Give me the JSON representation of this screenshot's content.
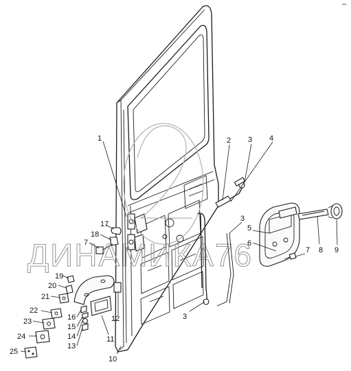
{
  "watermark": "ДИНАМИКА76",
  "callouts": [
    "1",
    "2",
    "3",
    "4",
    "3",
    "5",
    "6",
    "7",
    "8",
    "9",
    "17",
    "18",
    "7",
    "19",
    "20",
    "21",
    "22",
    "23",
    "24",
    "25",
    "16",
    "15",
    "14",
    "13",
    "12",
    "11",
    "10",
    "3"
  ],
  "corner_mark": "–"
}
